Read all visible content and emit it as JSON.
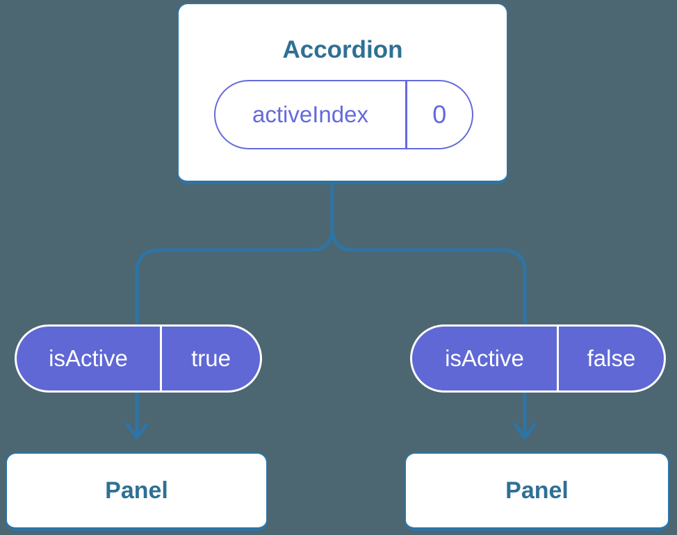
{
  "colors": {
    "bg": "#4C6771",
    "line": "#2E74A6",
    "heading": "#2F7093",
    "purple": "#5F68D4",
    "purple-outline": "#6469DD",
    "surface": "#FFFFFF"
  },
  "tree": {
    "root": {
      "title": "Accordion",
      "state": {
        "name": "activeIndex",
        "value": "0"
      }
    },
    "left_child": {
      "prop_name": "isActive",
      "prop_value": "true",
      "title": "Panel"
    },
    "right_child": {
      "prop_name": "isActive",
      "prop_value": "false",
      "title": "Panel"
    }
  }
}
